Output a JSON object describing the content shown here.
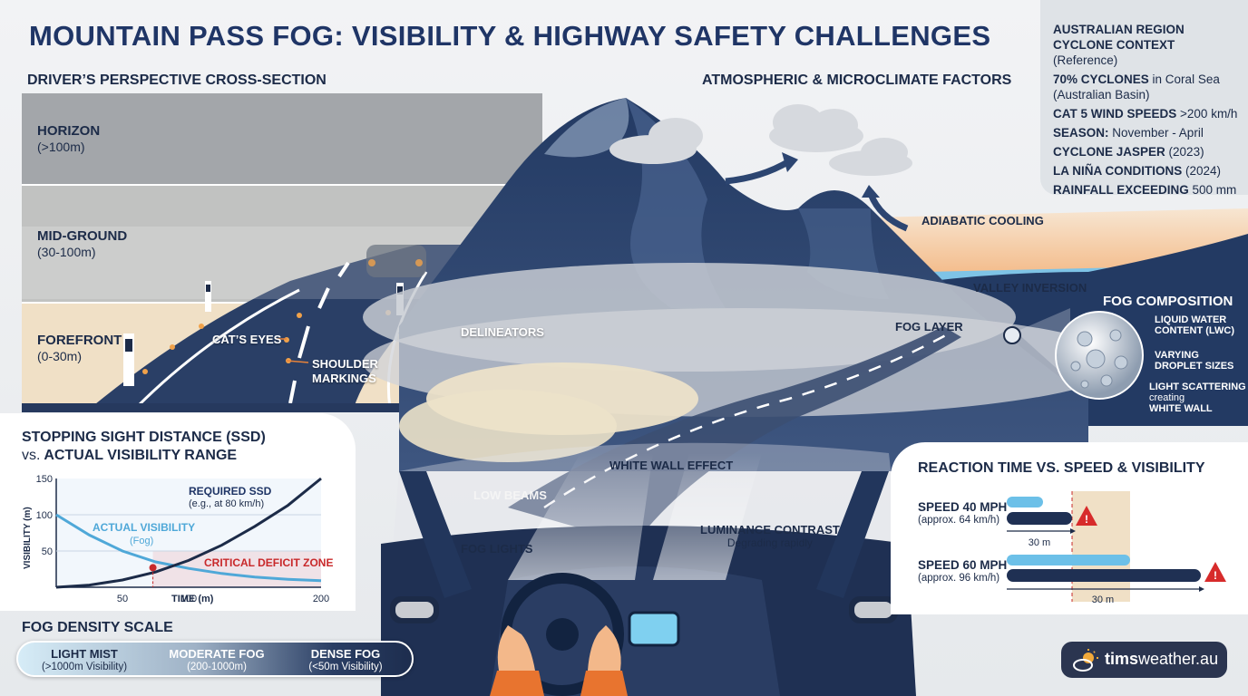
{
  "title": "MOUNTAIN PASS FOG: VISIBILITY & HIGHWAY SAFETY CHALLENGES",
  "cross_section": {
    "title": "DRIVER’S PERSPECTIVE CROSS-SECTION",
    "zones": [
      {
        "name": "HORIZON",
        "range": "(>100m)"
      },
      {
        "name": "MID-GROUND",
        "range": "(30-100m)"
      },
      {
        "name": "FOREFRONT",
        "range": "(0-30m)"
      }
    ],
    "labels": {
      "cats_eyes": "CAT’S EYES",
      "shoulder": "SHOULDER",
      "markings": "MARKINGS",
      "delineators": "DELINEATORS"
    }
  },
  "atmos": {
    "title": "ATMOSPHERIC & MICROCLIMATE FACTORS",
    "adiabatic": "ADIABATIC COOLING",
    "valley": "VALLEY INVERSION",
    "fog_layer": "FOG LAYER"
  },
  "fog_composition": {
    "title": "FOG COMPOSITION",
    "lwc_1": "LIQUID WATER",
    "lwc_2": "CONTENT (LWC)",
    "drop_1": "VARYING",
    "drop_2": "DROPLET SIZES",
    "scatter_1": "LIGHT SCATTERING",
    "scatter_2": "creating",
    "scatter_3": "WHITE WALL"
  },
  "info": {
    "l1_b": "AUSTRALIAN REGION",
    "l2_b": "CYCLONE CONTEXT",
    "l2_n": "(Reference)",
    "l3_b": "70% CYCLONES",
    "l3_n": "in Coral Sea",
    "l4_n": "(Australian Basin)",
    "l5_b": "CAT 5 WIND SPEEDS",
    "l5_n": ">200 km/h",
    "l6_b": "SEASON:",
    "l6_n": "November - April",
    "l7_b": "CYCLONE JASPER",
    "l7_n": "(2023)",
    "l8_b": "LA NIÑA CONDITIONS",
    "l8_n": "(2024)",
    "l9_b": "RAINFALL EXCEEDING",
    "l9_n": "500 mm"
  },
  "scene": {
    "white_wall": "WHITE WALL EFFECT",
    "low_beams": "LOW BEAMS",
    "fog_lights": "FOG LIGHTS",
    "luminance": "LUMINANCE CONTRAST",
    "luminance_sub": "Degrading rapidly"
  },
  "ssd": {
    "title_1": "STOPPING SIGHT DISTANCE (SSD)",
    "title_vs": "vs.",
    "title_2": "ACTUAL VISIBILITY RANGE",
    "required_1": "REQUIRED SSD",
    "required_2": "(e.g., at 80 km/h)",
    "actual_1": "ACTUAL VISIBILITY",
    "actual_2": "(Fog)",
    "deficit": "CRITICAL DEFICIT ZONE"
  },
  "chart_data": {
    "type": "line",
    "xlabel": "TIME (m)",
    "ylabel": "VISIBILITY (m)",
    "x_ticks": [
      "50",
      "100",
      "200"
    ],
    "y_ticks": [
      "150",
      "100",
      "50"
    ],
    "xlim": [
      0,
      200
    ],
    "ylim": [
      0,
      150
    ],
    "series": [
      {
        "name": "REQUIRED SSD",
        "x": [
          0,
          25,
          50,
          75,
          100,
          125,
          150,
          175,
          200
        ],
        "y": [
          0,
          3,
          10,
          21,
          37,
          58,
          84,
          113,
          150
        ]
      },
      {
        "name": "ACTUAL VISIBILITY",
        "x": [
          0,
          25,
          50,
          75,
          100,
          125,
          150,
          175,
          200
        ],
        "y": [
          100,
          72,
          50,
          35,
          26,
          19,
          14,
          11,
          9
        ]
      }
    ],
    "intersection": {
      "x": 73,
      "y": 27
    }
  },
  "density": {
    "title": "FOG DENSITY SCALE",
    "items": [
      {
        "name": "LIGHT MIST",
        "sub": "(>1000m Visibility)"
      },
      {
        "name": "MODERATE FOG",
        "sub": "(200-1000m)"
      },
      {
        "name": "DENSE FOG",
        "sub": "(<50m Visibility)"
      }
    ]
  },
  "reaction": {
    "title": "REACTION TIME VS. SPEED & VISIBILITY",
    "s1": "SPEED 40 MPH",
    "s1_sub": "(approx. 64 km/h)",
    "s2": "SPEED 60 MPH",
    "s2_sub": "(approx. 96 km/h)",
    "dist1": "30 m",
    "dist2": "30 m"
  },
  "logo": {
    "bold": "tims",
    "normal": "weather.au"
  },
  "colors": {
    "navy": "#1f3566",
    "deficit": "#f7b9b9",
    "critical_text": "#c8282a",
    "visibility_line": "#4fa8d8",
    "ssd_line": "#1c2b48",
    "warning": "#d72b2b"
  }
}
